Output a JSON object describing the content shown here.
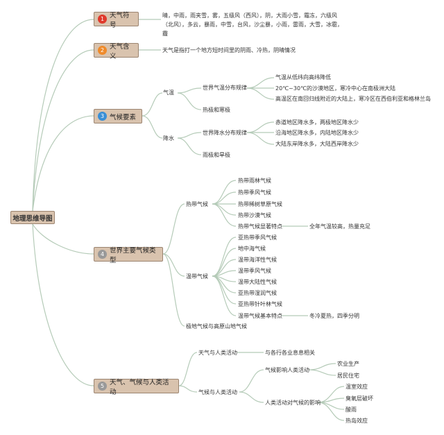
{
  "root": "地理思维导图",
  "sections": {
    "s1": {
      "num": "1",
      "title": "天气符号",
      "num_color": "#e0392b",
      "text": "晴，中雨，雨夹雪，雾，五级风（西风），阴，大雨小雪，霜冻，六级风（北风），多云，暴雨，中雪，台风，沙尘暴，小雨，雷雨，大雪，冰雹，霾"
    },
    "s2": {
      "num": "2",
      "title": "天气含义",
      "num_color": "#ef8a2a",
      "text": "天气是指打一个地方短时间里的阴雨、冷热，阴晴情况"
    },
    "s3": {
      "num": "3",
      "title": "气候要素",
      "num_color": "#3a8fd6",
      "qiwen": "气温",
      "qiwen_rule": "世界气温分布规律",
      "qiwen_items": [
        "气温从低纬向高纬降低",
        "20℃~30℃的沙漠地区，寒冷中心在南极洲大陆",
        "高温区在南回归线附近的大陆上，寒冷区在西伯利亚和格林兰岛"
      ],
      "qiwen_other": "热极和寒极",
      "jiangshui": "降水",
      "js_rule": "世界降水分布规律",
      "js_items": [
        "赤道地区降水多，两极地区降水少",
        "沿海地区降水多，内陆地区降水少",
        "大陆东岸降水多，大陆西岸降水少"
      ],
      "js_other": "雨极和旱极"
    },
    "s4": {
      "num": "4",
      "title": "世界主要气候类型",
      "num_color": "#999999",
      "redai": "热带气候",
      "redai_items": [
        "热带雨林气候",
        "热带季风气候",
        "热带稀树草原气候",
        "热带沙漠气候",
        "热带气候显著特点"
      ],
      "redai_feature": "全年气温较高，热量充足",
      "wendai": "温带气候",
      "wendai_items": [
        "亚热带季风气候",
        "地中海气候",
        "温带海洋性气候",
        "温带季风气候",
        "温带大陆性气候",
        "亚热带湿润气候",
        "亚热带针叶林气候",
        "温带气候基本特点"
      ],
      "wendai_feature": "冬冷夏热，四季分明",
      "jidi": "极地气候与高原山地气候"
    },
    "s5": {
      "num": "5",
      "title": "天气、气候与人类活动",
      "num_color": "#999999",
      "a": "天气与人类活动",
      "a_text": "与各行各业息息相关",
      "b": "气候与人类活动",
      "b1": "气候影响人类活动",
      "b1_items": [
        "农业生产",
        "居民住宅"
      ],
      "b2": "人类活动对气候的影响",
      "b2_items": [
        "温室效应",
        "臭氧层破坏",
        "酸雨",
        "热岛效应"
      ]
    }
  }
}
